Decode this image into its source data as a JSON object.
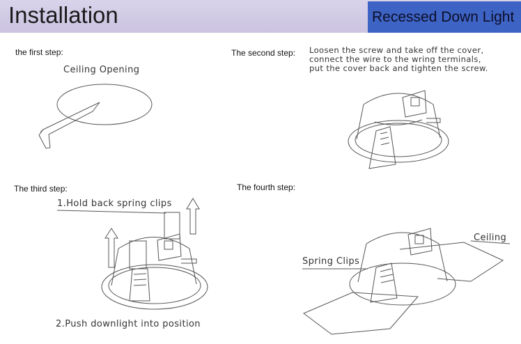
{
  "header": {
    "title": "Installation",
    "tag": "Recessed Down Light"
  },
  "steps": {
    "first": {
      "label": "the first step:",
      "caption": "Ceiling Opening"
    },
    "second": {
      "label": "The second step:",
      "lines": [
        "Loosen the screw and take off the cover,",
        "connect the wire to the wring terminals,",
        "put the cover back and tighten the screw."
      ]
    },
    "third": {
      "label": "The third step:",
      "caption_top": "1.Hold back spring clips",
      "caption_bottom": "2.Push downlight into position"
    },
    "fourth": {
      "label": "The fourth step:",
      "ceiling": "Ceiling",
      "clips": "Spring Clips"
    }
  },
  "colors": {
    "header_band": "#cbc3e0",
    "tag_fill": "#3d64c4"
  }
}
